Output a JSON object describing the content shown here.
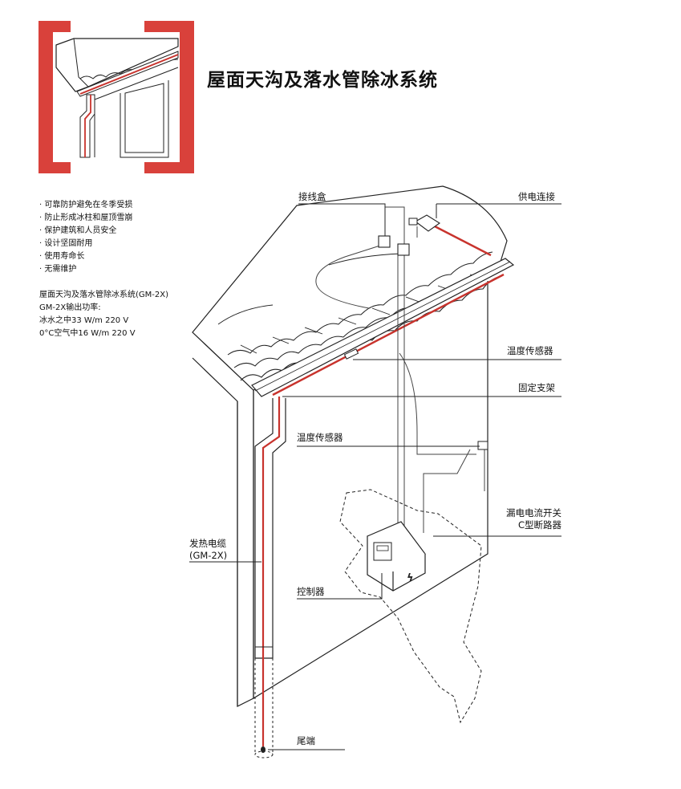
{
  "title": "屋面天沟及落水管除冰系统",
  "bullets": [
    "可靠防护避免在冬季受损",
    "防止形成冰柱和屋顶雪崩",
    "保护建筑和人员安全",
    "设计坚固耐用",
    "使用寿命长",
    "无需维护"
  ],
  "specs": [
    "屋面天沟及落水管除冰系统(GM-2X)",
    "GM-2X输出功率:",
    "冰水之中33 W/m  220 V",
    "0°C空气中16 W/m  220 V"
  ],
  "labels": {
    "junction_box": "接线盒",
    "power_connection": "供电连接",
    "temp_sensor_1": "温度传感器",
    "bracket": "固定支架",
    "temp_sensor_2": "温度传感器",
    "rcd_line1": "漏电电流开关",
    "rcd_line2": "C型断路器",
    "heating_cable_line1": "发热电缆",
    "heating_cable_line2": "(GM-2X)",
    "controller": "控制器",
    "end_seal": "尾端"
  },
  "colors": {
    "accent": "#d9413b",
    "line": "#222222",
    "cable": "#c8332d"
  },
  "icons": [
    "lightning-icon"
  ]
}
